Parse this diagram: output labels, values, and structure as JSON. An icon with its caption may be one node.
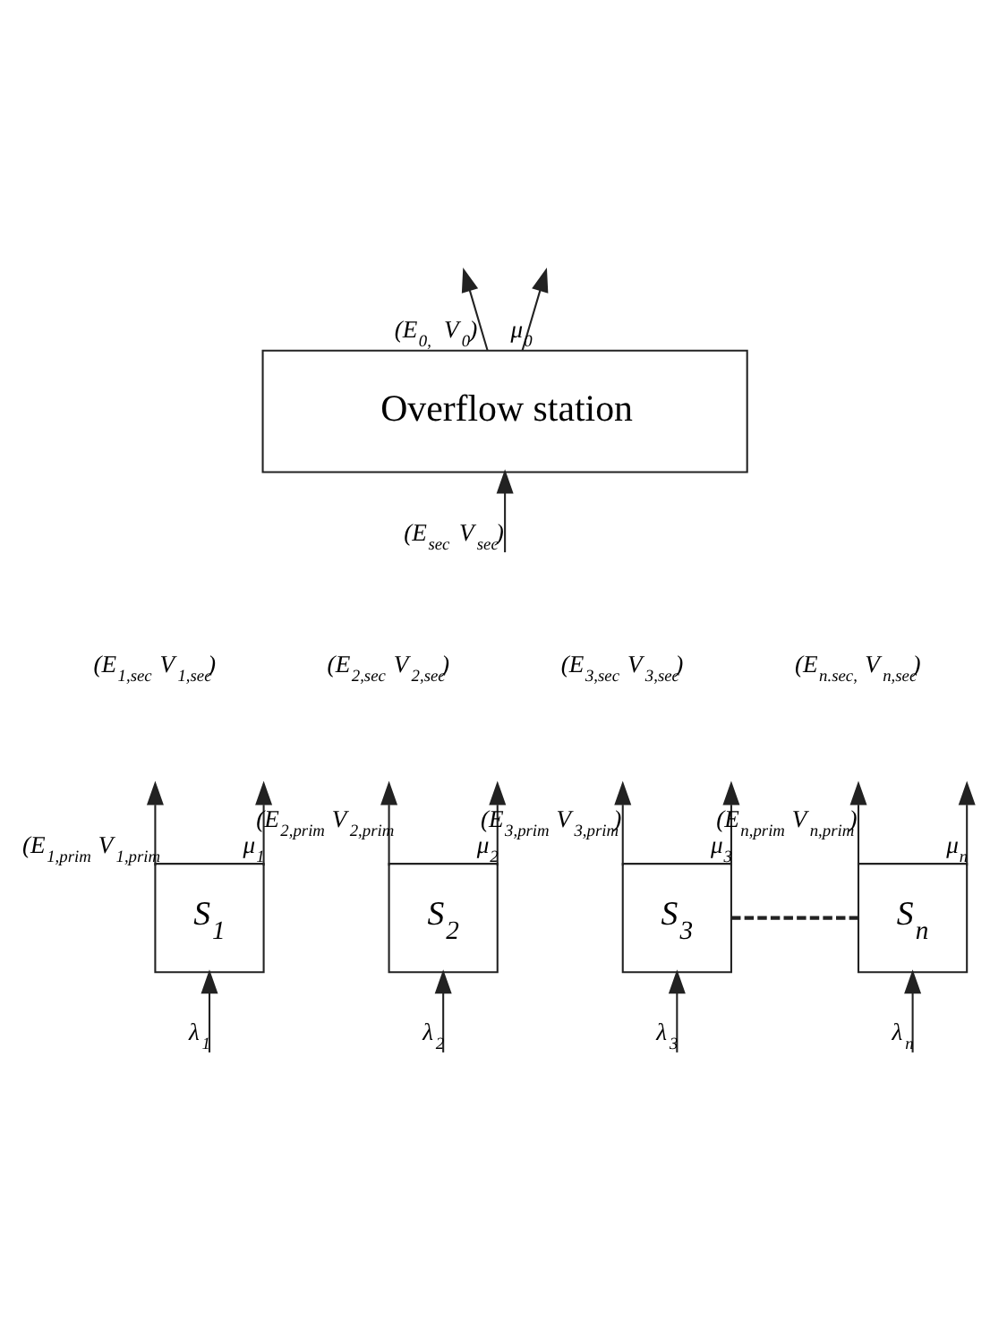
{
  "diagram": {
    "nodes": [
      {
        "text": [
          "Overflow station"
        ]
      },
      {
        "text": [
          "S$_{1}$"
        ]
      },
      {
        "text": [
          "S$_{2}$"
        ]
      },
      {
        "text": [
          "S$_{3}$"
        ]
      },
      {
        "text": [
          "S$_{n}$"
        ]
      }
    ],
    "edges": [
      {
        "from": 0,
        "to": null,
        "arrow": "to",
        "label": "(E$_{0,}$ V$_{0}$)"
      },
      {
        "from": 0,
        "to": null,
        "arrow": "to",
        "label": "μ$_{0}$"
      },
      {
        "from": null,
        "to": 0,
        "arrow": "to",
        "label": "(E$_{sec}$ V$_{sec}$)"
      },
      {
        "from": 1,
        "to": null,
        "arrow": "to",
        "label": "(E$_{1,prim}$ V$_{1,prim}$"
      },
      {
        "from": 2,
        "to": null,
        "arrow": "to",
        "label": "(E$_{2,prim}$ V$_{2,prim}$"
      },
      {
        "from": 3,
        "to": null,
        "arrow": "to",
        "label": "(E$_{3,prim}$ V$_{3,prim}$)"
      },
      {
        "from": 4,
        "to": null,
        "arrow": "to",
        "label": "(E$_{n,prim}$ V$_{n,prim}$)"
      },
      {
        "from": 1,
        "to": null,
        "arrow": "to",
        "label": "μ$_{1}$"
      },
      {
        "from": 2,
        "to": null,
        "arrow": "to",
        "label": "μ$_{2}$"
      },
      {
        "from": 3,
        "to": null,
        "arrow": "to",
        "label": "μ$_{3}$"
      },
      {
        "from": 4,
        "to": null,
        "arrow": "to",
        "label": "μ$_{n}$"
      },
      {
        "from": 3,
        "to": 4,
        "arrow": "none",
        "style": "dashed"
      },
      {
        "from": null,
        "to": 1,
        "arrow": "to",
        "label": "λ$_{1}$"
      },
      {
        "from": null,
        "to": 2,
        "arrow": "to",
        "label": "λ$_{2}$"
      },
      {
        "from": null,
        "to": 3,
        "arrow": "to",
        "label": "λ$_{3}$"
      },
      {
        "from": null,
        "to": 4,
        "arrow": "to",
        "label": "λ$_{n}$"
      }
    ],
    "labels": [
      "(E$_{1,sec}$ V$_{1,sec}$)",
      "(E$_{2,sec}$ V$_{2,sec}$)",
      "(E$_{3,sec}$ V$_{3,sec}$)",
      "(E$_{n.sec,}$ V$_{n,sec}$)"
    ]
  }
}
